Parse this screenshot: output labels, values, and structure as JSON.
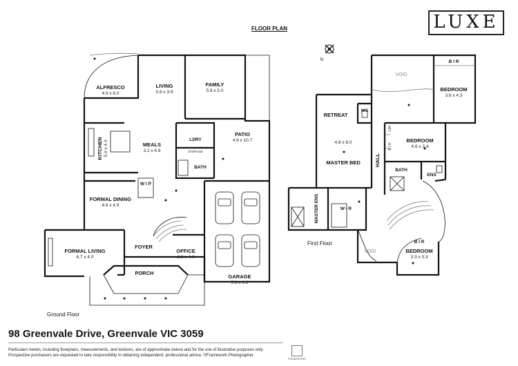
{
  "header": {
    "title": "FLOOR PLAN",
    "logo": "LUXE",
    "compass_label": "N"
  },
  "floors": {
    "ground": {
      "label": "Ground Floor",
      "rooms": {
        "alfresco": {
          "name": "ALFRESCO",
          "size": "4.9 x 6.0"
        },
        "living": {
          "name": "LIVING",
          "size": "5.8 x 3.9"
        },
        "family": {
          "name": "FAMILY",
          "size": "5.8 x 5.0"
        },
        "ldry": {
          "name": "LDRY"
        },
        "storage": {
          "name": "STORAGE"
        },
        "bath": {
          "name": "BATH"
        },
        "patio": {
          "name": "PATIO",
          "size": "4.9 x 10.7"
        },
        "meals": {
          "name": "MEALS",
          "size": "3.2 x 4.6"
        },
        "kitchen": {
          "name": "KITCHEN",
          "size": "5.0 x 4.4"
        },
        "wip": {
          "name": "W I P"
        },
        "formal_dining": {
          "name": "FORMAL DINING",
          "size": "4.6 x 4.9"
        },
        "formal_living": {
          "name": "FORMAL LIVING",
          "size": "6.7 x 4.0"
        },
        "foyer": {
          "name": "FOYER"
        },
        "office": {
          "name": "OFFICE",
          "size": "3.5 x 4.0"
        },
        "porch": {
          "name": "PORCH"
        },
        "garage": {
          "name": "GARAGE",
          "size": "5.9 x 9.6"
        }
      }
    },
    "first": {
      "label": "First Floor",
      "rooms": {
        "void_top": {
          "name": "VOID"
        },
        "bed_top": {
          "name": "BEDROOM",
          "size": "3.6 x 4.3",
          "robe": "B I R"
        },
        "retreat": {
          "name": "RETREAT"
        },
        "wc": {
          "name": "WC"
        },
        "master_bed": {
          "name": "MASTER BED",
          "size": "4.8 x 8.0"
        },
        "hall": {
          "name": "HALL"
        },
        "lin": {
          "name": "LIN"
        },
        "bed_mid": {
          "name": "BEDROOM",
          "size": "4.6 x 3.4",
          "robe": "B I R"
        },
        "bath": {
          "name": "BATH"
        },
        "ens": {
          "name": "ENS"
        },
        "master_ens": {
          "name": "MASTER ENS"
        },
        "wir": {
          "name": "W I R"
        },
        "void_bottom": {
          "name": "VOID"
        },
        "bed_bottom": {
          "name": "BEDROOM",
          "size": "3.3 x 3.3",
          "robe": "B I R"
        }
      }
    }
  },
  "address": "98 Greenvale Drive, Greenvale VIC 3059",
  "disclaimer": [
    "Particulars herein, including floorplans, measurements, and textures, are of approximate nature and for the use of illustrative purposes only.",
    "Prospective purchasers are requested to take responsibility in obtaining independent, professional advice. ©Framework Photographer"
  ],
  "credit": "FRAMEWORK"
}
